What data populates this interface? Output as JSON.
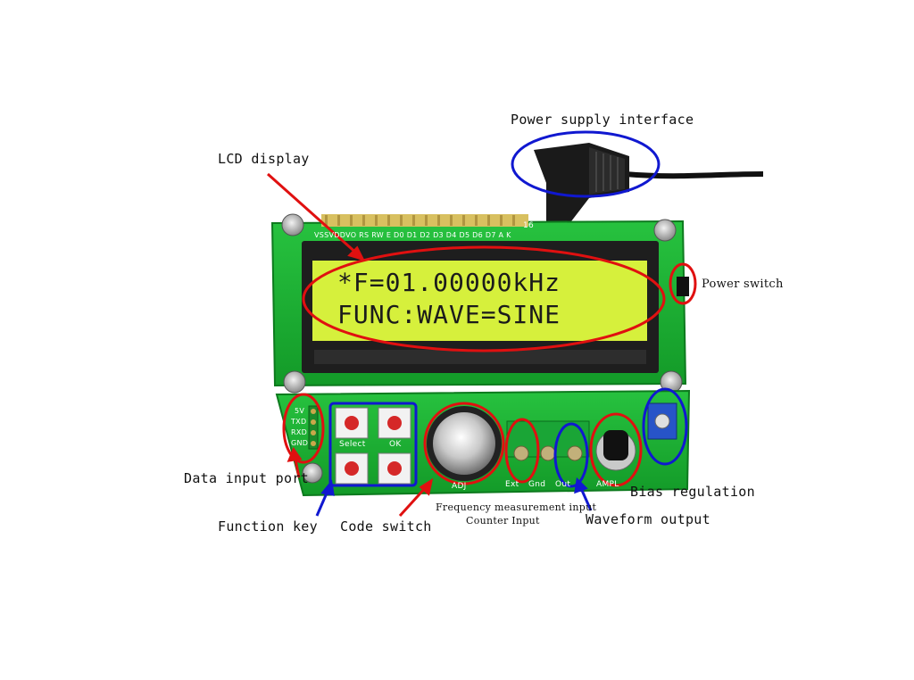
{
  "lcd": {
    "line1": "*F=01.00000kHz",
    "line2": " FUNC:WAVE=SINE"
  },
  "pcb": {
    "header_pins": "VSSVDDVO RS RW E  D0 D1 D2 D3 D4 D5 D6 D7  A  K",
    "header_num": "16",
    "port_5v": "5V",
    "port_txd": "TXD",
    "port_rxd": "RXD",
    "port_gnd": "GND",
    "key_select": "Select",
    "key_ok": "OK",
    "knob_adj": "ADJ",
    "terminal_ext": "Ext",
    "terminal_gnd": "Gnd",
    "terminal_out": "Out",
    "terminal_ampl": "AMPL"
  },
  "annotations": {
    "power_supply_interface": "Power supply interface",
    "lcd_display": "LCD display",
    "power_switch": "Power switch",
    "data_input_port": "Data input port",
    "bias_regulation": "Bias regulation",
    "function_key": "Function key",
    "code_switch": "Code switch",
    "freq_measurement_1": "Frequency measurement input",
    "freq_measurement_2": "Counter Input",
    "waveform_output": "Waveform output"
  },
  "colors": {
    "pcb_green": "#1db335",
    "lcd_yellow": "#d6f03c",
    "annotation_red": "#e01010",
    "annotation_blue": "#1018d0"
  }
}
